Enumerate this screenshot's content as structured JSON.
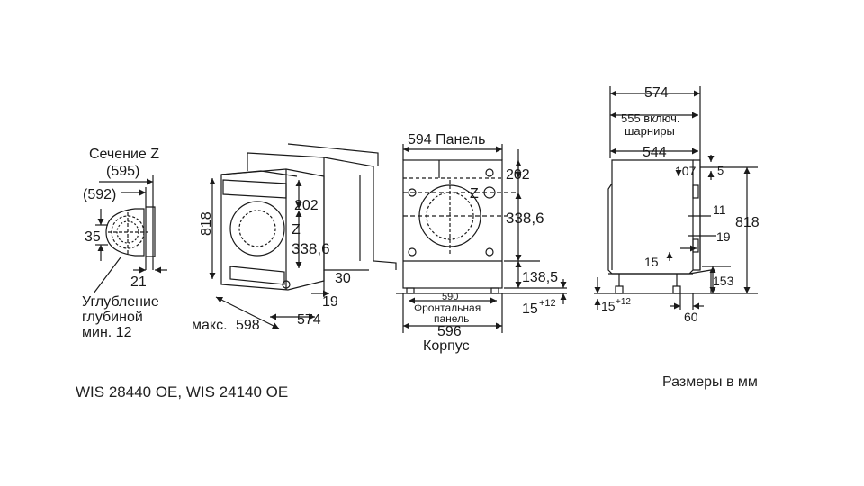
{
  "model_line": "WIS 28440 OE, WIS 24140 OE",
  "units_note": "Размеры в мм",
  "section_view": {
    "title": "Сечение Z",
    "d595": "(595)",
    "d592": "(592)",
    "d35": "35",
    "d21": "21",
    "recess_line1": "Углубление",
    "recess_line2": "глубиной",
    "recess_line3": "мин. 12"
  },
  "iso_view": {
    "h818": "818",
    "d202": "202",
    "z_mark": "Z",
    "d338": "338,6",
    "d30": "30",
    "d19": "19",
    "d574": "574",
    "max_prefix": "макс.",
    "d598": "598"
  },
  "front_view": {
    "panel_label": "594 Панель",
    "d202": "202",
    "z_mark": "Z",
    "d338": "338,6",
    "d138": "138,5",
    "d15": "15",
    "d15_sup": "+12",
    "d590": "590",
    "front_panel_line1": "Фронтальная",
    "front_panel_line2": "панель",
    "d596": "596",
    "body_label": "Корпус"
  },
  "side_view": {
    "d574": "574",
    "d555_line1": "555 включ.",
    "d555_line2": "шарниры",
    "d544": "544",
    "d107": "107",
    "d5": "5",
    "d818": "818",
    "d11": "11",
    "d19": "19",
    "d15": "15",
    "d153": "153",
    "d15b": "15",
    "d15b_sup": "+12",
    "d60": "60"
  }
}
